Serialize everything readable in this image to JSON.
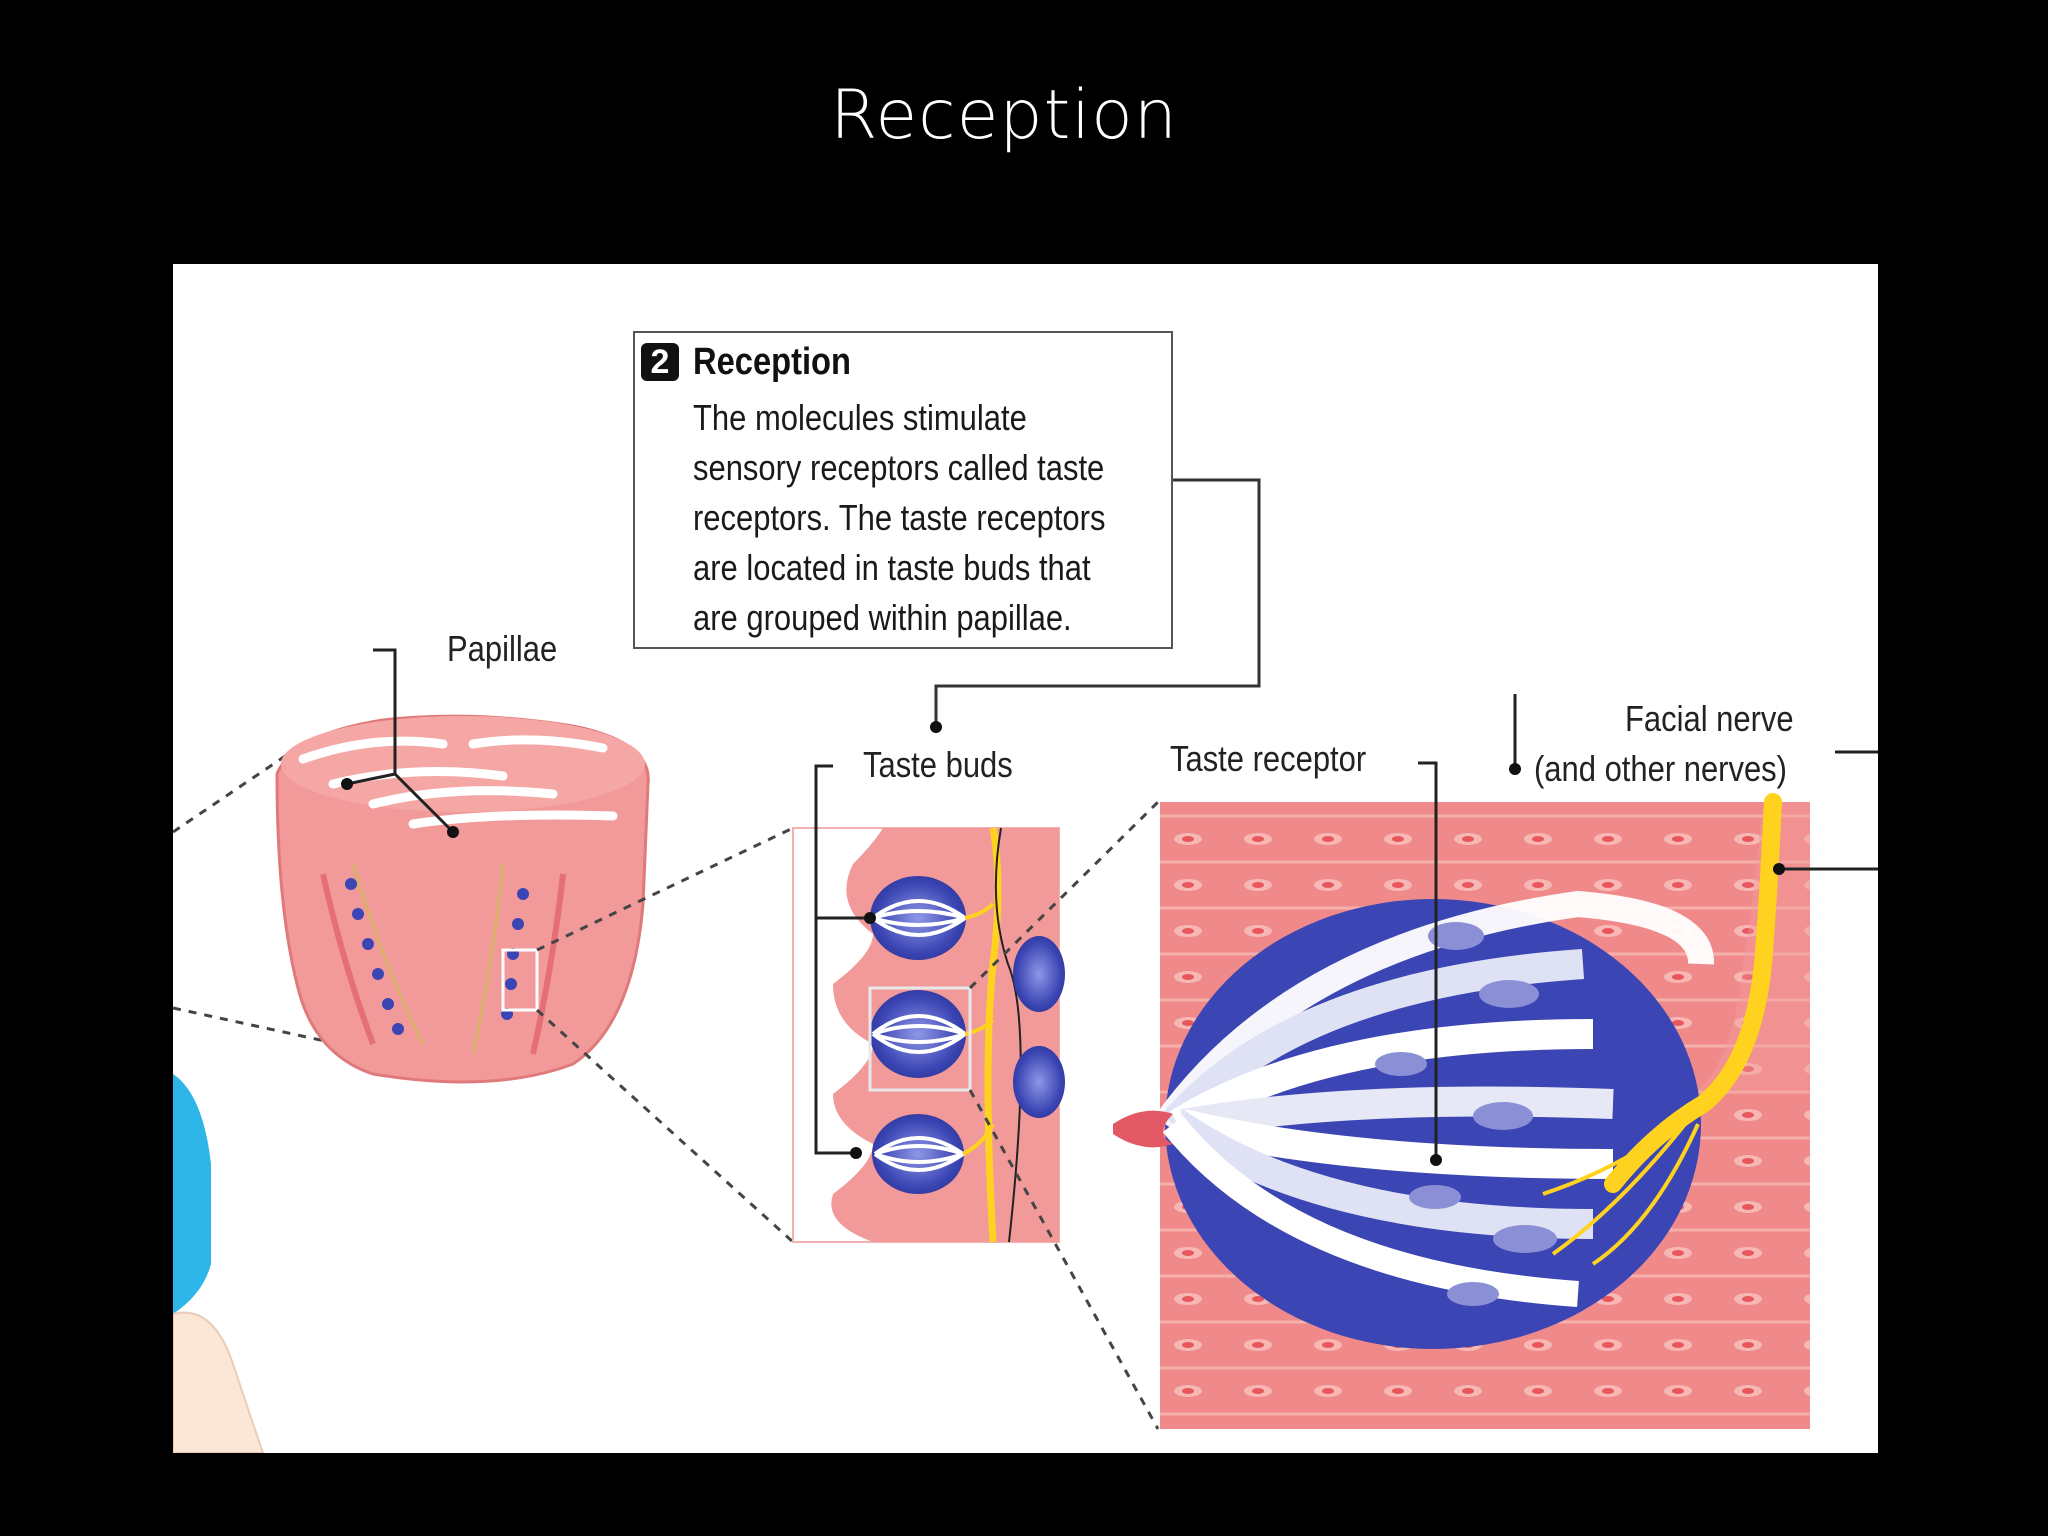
{
  "slide": {
    "title": "Reception"
  },
  "callout": {
    "step": "2",
    "title": "Reception",
    "lines": [
      "The molecules stimulate",
      "sensory receptors called taste",
      "receptors. The taste receptors",
      "are located in taste buds that",
      "are grouped within papillae."
    ]
  },
  "labels": {
    "papillae": "Papillae",
    "taste_buds": "Taste buds",
    "taste_receptor": "Taste receptor",
    "facial_nerve_1": "Facial nerve",
    "facial_nerve_2": "(and other nerves)"
  },
  "colors": {
    "background": "#000000",
    "panel": "#ffffff",
    "tissue_pink": "#f08a8a",
    "tissue_light": "#f6b7b1",
    "taste_cell_blue": "#3a44b0",
    "nerve_yellow": "#ffd21f",
    "tongue_blue": "#2fb6e8"
  },
  "icons": [
    "step-2-badge",
    "papillae-block",
    "taste-bud",
    "taste-receptor-cell",
    "facial-nerve"
  ]
}
